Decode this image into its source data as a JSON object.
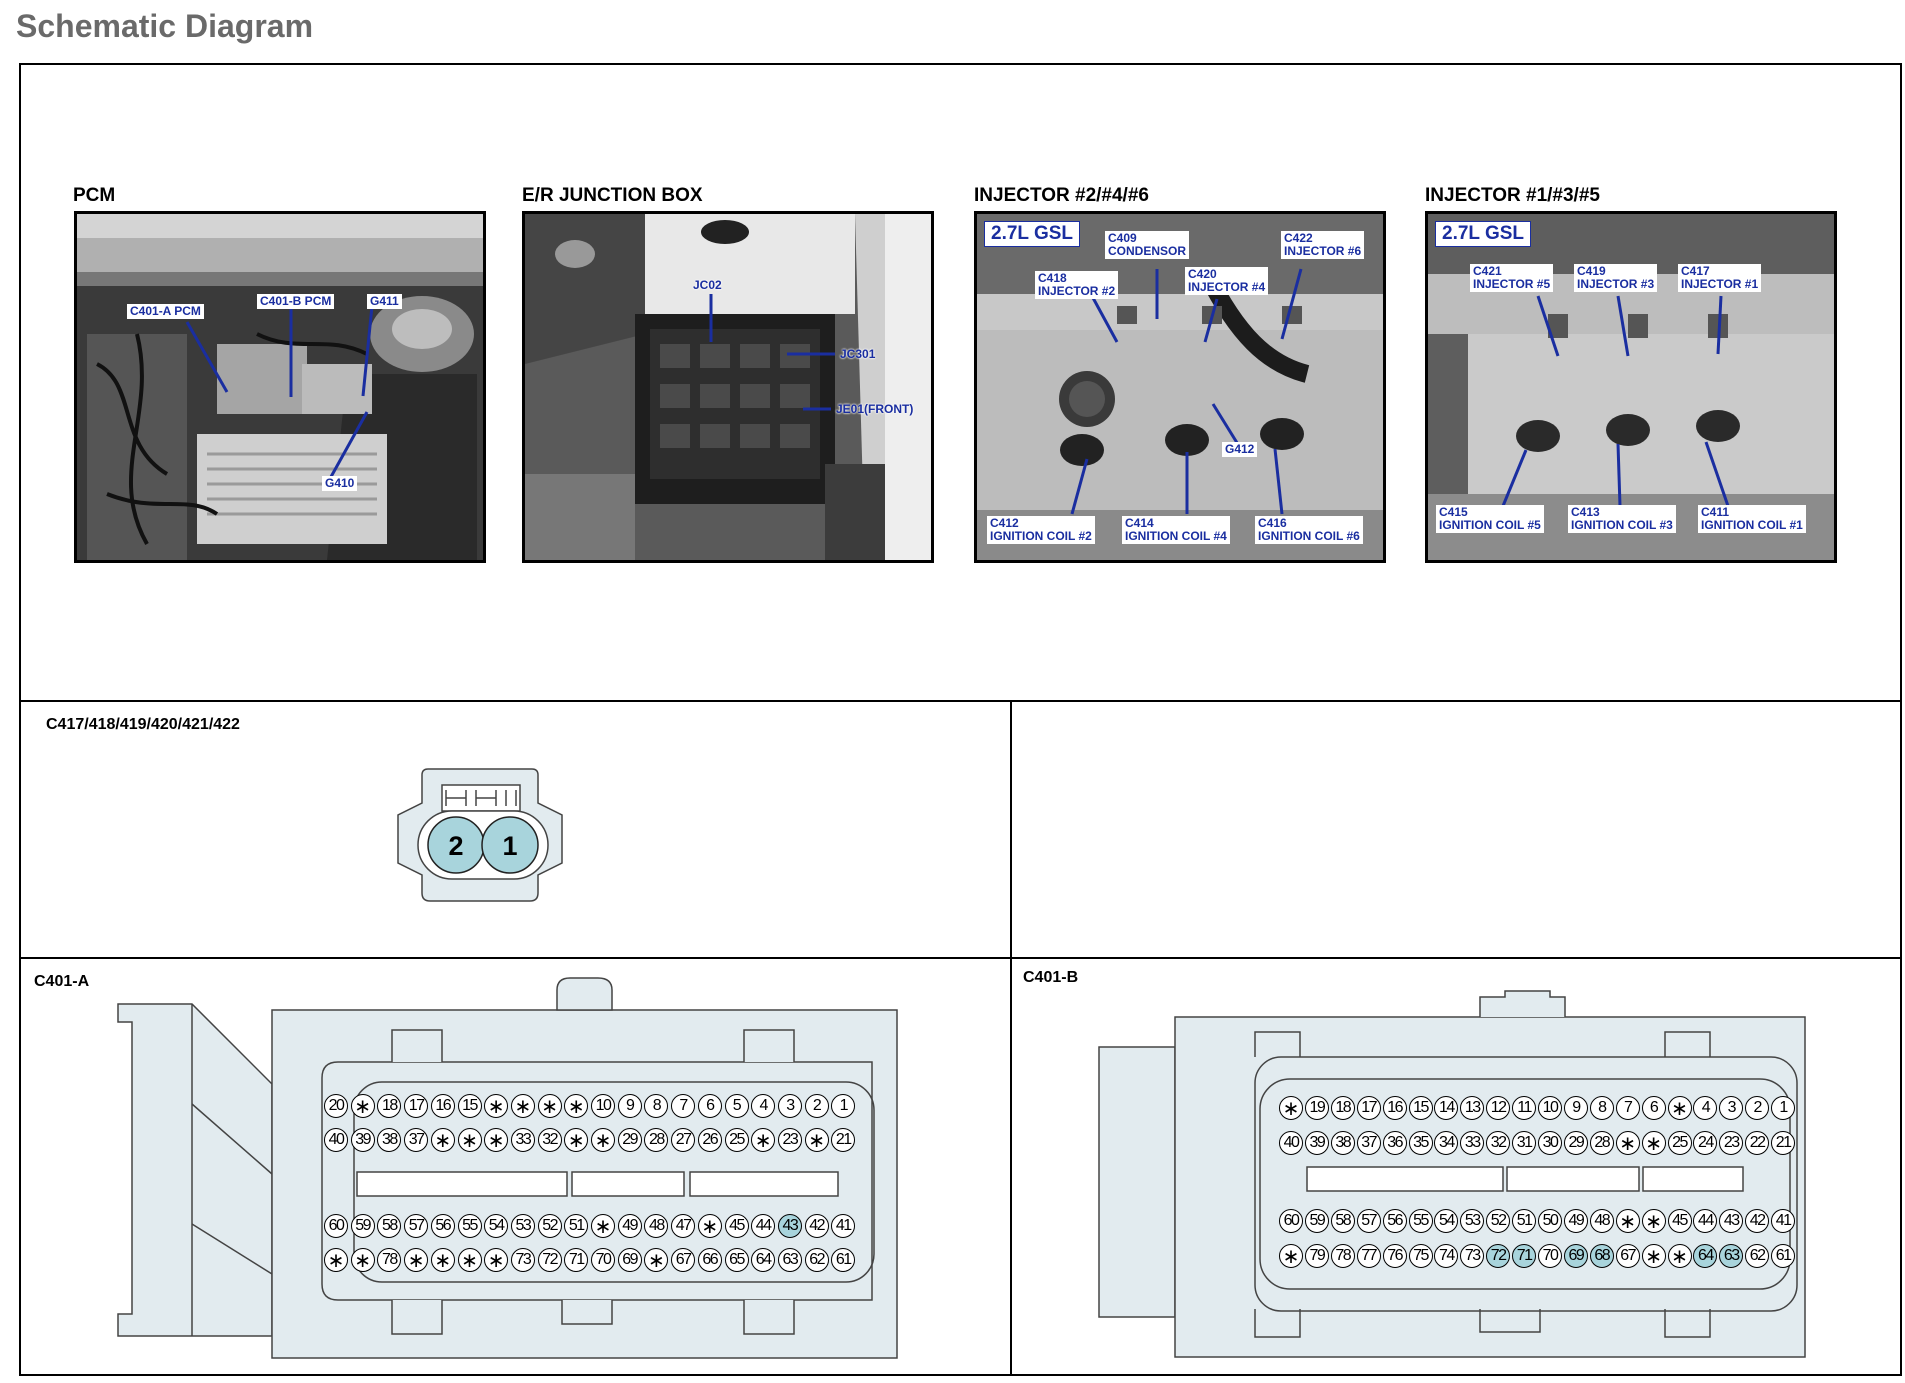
{
  "page": {
    "title": "Schematic Diagram"
  },
  "photos": [
    {
      "title": "PCM",
      "gsl": "",
      "labels": [
        "C401-A PCM",
        "C401-B PCM",
        "G411",
        "G410"
      ]
    },
    {
      "title": "E/R JUNCTION BOX",
      "gsl": "",
      "labels": [
        "JC02",
        "JC301",
        "JE01(FRONT)"
      ]
    },
    {
      "title": "INJECTOR #2/#4/#6",
      "gsl": "2.7L GSL",
      "labels": [
        "C418\nINJECTOR #2",
        "C409\nCONDENSOR",
        "C420\nINJECTOR #4",
        "C422\nINJECTOR #6",
        "G412",
        "C412\nIGNITION COIL #2",
        "C414\nIGNITION COIL #4",
        "C416\nIGNITION COIL #6"
      ]
    },
    {
      "title": "INJECTOR #1/#3/#5",
      "gsl": "2.7L GSL",
      "labels": [
        "C421\nINJECTOR #5",
        "C419\nINJECTOR #3",
        "C417\nINJECTOR #1",
        "C415\nIGNITION COIL #5",
        "C413\nIGNITION COIL #3",
        "C411\nIGNITION COIL #1"
      ]
    }
  ],
  "injector_connector": {
    "label": "C417/418/419/420/421/422",
    "pins": [
      "2",
      "1"
    ]
  },
  "connectors": [
    {
      "label": "C401-A",
      "rows": [
        [
          "20",
          "*",
          "18",
          "17",
          "16",
          "15",
          "*",
          "*",
          "*",
          "*",
          "10",
          "9",
          "8",
          "7",
          "6",
          "5",
          "4",
          "3",
          "2",
          "1"
        ],
        [
          "40",
          "39",
          "38",
          "37",
          "*",
          "*",
          "*",
          "33",
          "32",
          "*",
          "*",
          "29",
          "28",
          "27",
          "26",
          "25",
          "*",
          "23",
          "*",
          "21"
        ],
        [
          "60",
          "59",
          "58",
          "57",
          "56",
          "55",
          "54",
          "53",
          "52",
          "51",
          "*",
          "49",
          "48",
          "47",
          "*",
          "45",
          "44",
          "43",
          "42",
          "41"
        ],
        [
          "*",
          "*",
          "78",
          "*",
          "*",
          "*",
          "*",
          "73",
          "72",
          "71",
          "70",
          "69",
          "*",
          "67",
          "66",
          "65",
          "64",
          "63",
          "62",
          "61"
        ]
      ],
      "highlighted": [
        "43"
      ]
    },
    {
      "label": "C401-B",
      "rows": [
        [
          "*",
          "19",
          "18",
          "17",
          "16",
          "15",
          "14",
          "13",
          "12",
          "11",
          "10",
          "9",
          "8",
          "7",
          "6",
          "*",
          "4",
          "3",
          "2",
          "1"
        ],
        [
          "40",
          "39",
          "38",
          "37",
          "36",
          "35",
          "34",
          "33",
          "32",
          "31",
          "30",
          "29",
          "28",
          "*",
          "*",
          "25",
          "24",
          "23",
          "22",
          "21"
        ],
        [
          "60",
          "59",
          "58",
          "57",
          "56",
          "55",
          "54",
          "53",
          "52",
          "51",
          "50",
          "49",
          "48",
          "*",
          "*",
          "45",
          "44",
          "43",
          "42",
          "41"
        ],
        [
          "*",
          "79",
          "78",
          "77",
          "76",
          "75",
          "74",
          "73",
          "72",
          "71",
          "70",
          "69",
          "68",
          "67",
          "*",
          "*",
          "64",
          "63",
          "62",
          "61"
        ]
      ],
      "highlighted": [
        "72",
        "71",
        "69",
        "68",
        "64",
        "63"
      ]
    }
  ],
  "colors": {
    "label_blue": "#1a2ea0",
    "pin_highlight": "#a8d4dc",
    "connector_fill": "#e2ebef",
    "title_gray": "#6a6a6a"
  }
}
